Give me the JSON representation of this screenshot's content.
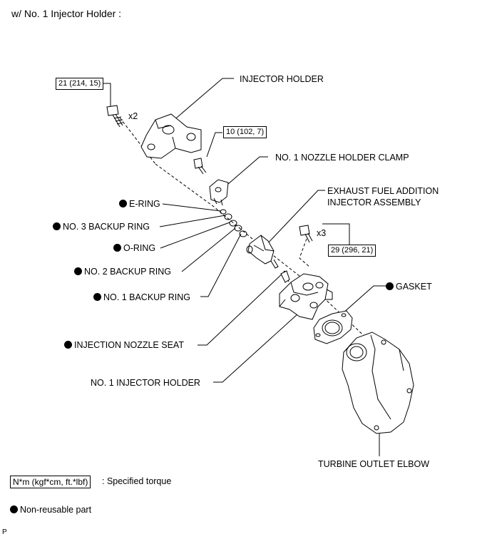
{
  "title": "w/ No. 1 Injector Holder :",
  "torque": {
    "t21": "21 (214, 15)",
    "t10": "10 (102, 7)",
    "t29": "29 (296, 21)"
  },
  "qty": {
    "x2": "x2",
    "x3": "x3"
  },
  "labels": {
    "injector_holder": "INJECTOR HOLDER",
    "nozzle_clamp": "NO. 1 NOZZLE HOLDER CLAMP",
    "exhaust_injector_1": "EXHAUST FUEL ADDITION",
    "exhaust_injector_2": "INJECTOR ASSEMBLY",
    "e_ring": "E-RING",
    "backup_ring_3": "NO. 3 BACKUP RING",
    "o_ring": "O-RING",
    "backup_ring_2": "NO. 2 BACKUP RING",
    "backup_ring_1": "NO. 1 BACKUP RING",
    "gasket": "GASKET",
    "nozzle_seat": "INJECTION NOZZLE SEAT",
    "no1_injector_holder": "NO. 1 INJECTOR HOLDER",
    "turbine_outlet_elbow": "TURBINE OUTLET ELBOW"
  },
  "legend": {
    "torque_box": "N*m (kgf*cm, ft.*lbf)",
    "torque_text": ": Specified torque",
    "nonreusable_text": "Non-reusable part"
  },
  "footer": "P"
}
